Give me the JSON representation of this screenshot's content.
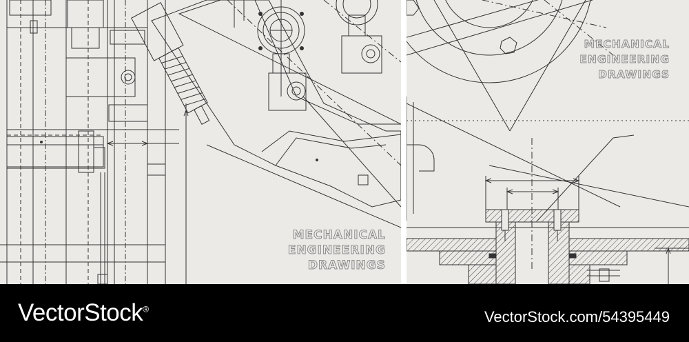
{
  "panels": {
    "left": {
      "caption_lines": [
        "MECHANICAL",
        "ENGINEERING",
        "DRAWINGS"
      ]
    },
    "right": {
      "caption_lines": [
        "MECHANICAL",
        "ENGINEERING",
        "DRAWINGS"
      ]
    }
  },
  "footer": {
    "brand": "VectorStock",
    "registered_mark": "®",
    "image_id": "VectorStock.com/54395449"
  },
  "colors": {
    "paper": "#ebeae7",
    "line": "#333333",
    "footer_bg": "#000000",
    "footer_text": "#ffffff"
  }
}
